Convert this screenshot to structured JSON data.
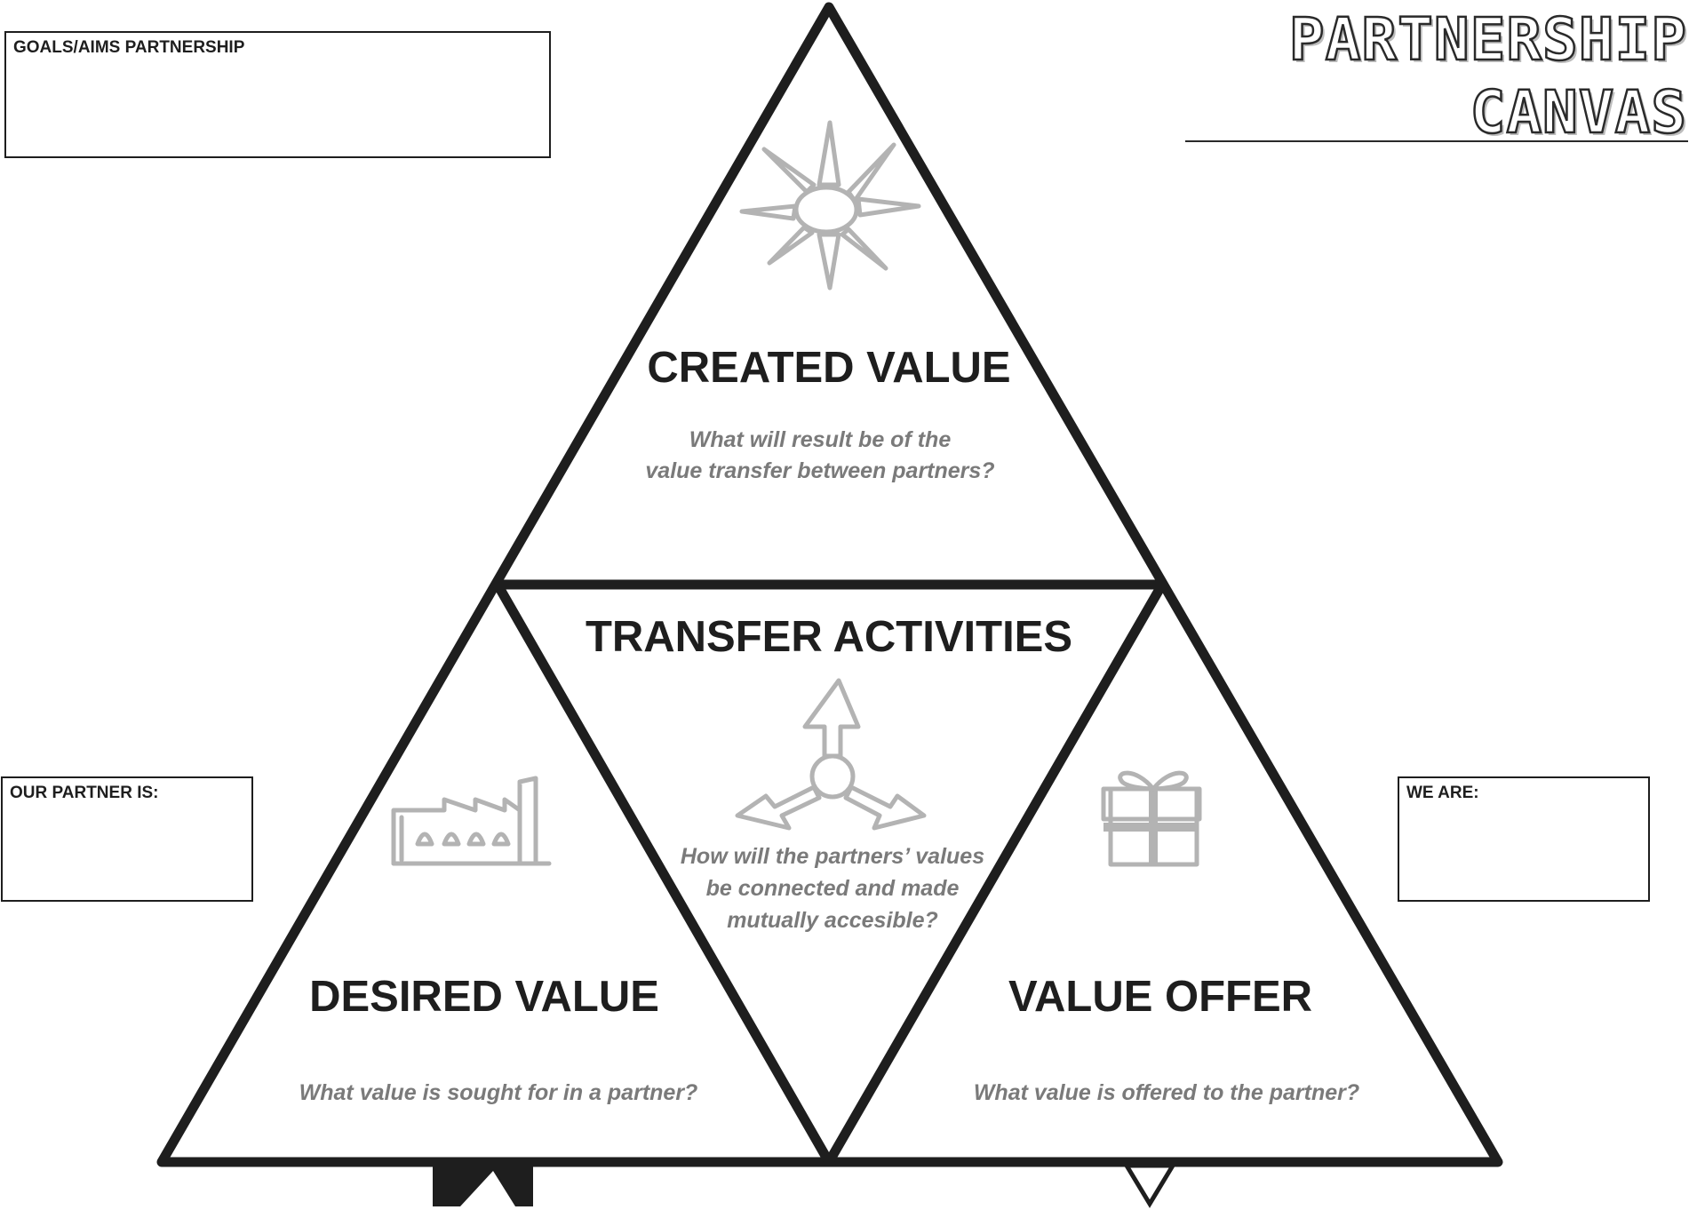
{
  "title": {
    "line1": "PARTNERSHIP",
    "line2": "CANVAS"
  },
  "boxes": {
    "goals": "GOALS/AIMS PARTNERSHIP",
    "partner": "OUR PARTNER IS:",
    "we_are": "WE ARE:"
  },
  "sections": {
    "created_value": {
      "heading": "CREATED VALUE",
      "prompt_line1": "What will result be of the",
      "prompt_line2": "value transfer between partners?",
      "icon": "sun-icon"
    },
    "transfer_activities": {
      "heading": "TRANSFER ACTIVITIES",
      "prompt_line1": "How will the partners’ values",
      "prompt_line2": "be connected and made",
      "prompt_line3": "mutually accesible?",
      "icon": "three-way-arrows-icon"
    },
    "desired_value": {
      "heading": "DESIRED VALUE",
      "prompt": "What value is sought for in a partner?",
      "icon": "factory-icon"
    },
    "value_offer": {
      "heading": "VALUE OFFER",
      "prompt": "What value is offered to the partner?",
      "icon": "gift-icon"
    }
  },
  "colors": {
    "outline": "#1e1e1e",
    "icon": "#b3b3b3",
    "prompt": "#7a7a7a"
  }
}
